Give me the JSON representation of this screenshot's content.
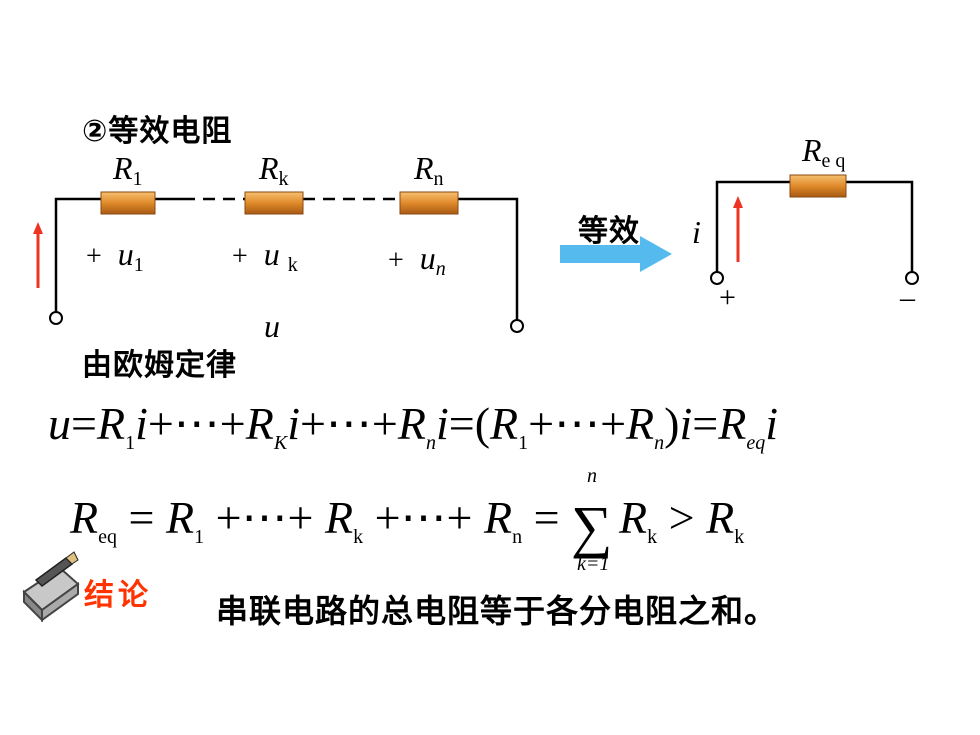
{
  "section": {
    "title": "②等效电阻"
  },
  "circuit_left": {
    "resistor_labels": [
      {
        "name": "R",
        "sub": "1"
      },
      {
        "name": "R",
        "sub": "k"
      },
      {
        "name": "R",
        "sub": "n"
      }
    ],
    "voltage_labels": [
      {
        "sign": "+",
        "name": "u",
        "sub": "1",
        "sub_italic": false
      },
      {
        "sign": "+",
        "name": "u",
        "sub": "k",
        "sub_italic": false
      },
      {
        "sign": "+",
        "name": "u",
        "sub": "n",
        "sub_italic": true
      }
    ],
    "total_voltage": "u"
  },
  "arrow_label": "等效",
  "circuit_right": {
    "resistor_label": {
      "name": "R",
      "sub": "e q"
    },
    "current_label": "i",
    "plus": "+",
    "minus": "–"
  },
  "ohm_label": "由欧姆定律",
  "equation1": {
    "lhs": "u",
    "eq": "=",
    "t1": "R",
    "t1_sub": "1",
    "t1_tail": "i",
    "plus1": "+⋯+",
    "t2": "R",
    "t2_sub": "K",
    "t2_tail": "i",
    "plus2": "+⋯+",
    "t3": "R",
    "t3_sub": "n",
    "t3_tail": "i",
    "eq2": "=",
    "paren_open": "(",
    "p1": "R",
    "p1_sub": "1",
    "plus3": "+⋯+",
    "p2": "R",
    "p2_sub": "n",
    "paren_close": ")",
    "p_tail": "i",
    "eq3": "=",
    "r": "R",
    "r_sub": "eq",
    "r_tail": "i"
  },
  "equation2": {
    "lhs": "R",
    "lhs_sub": "eq",
    "eq": "=",
    "a": "R",
    "a_sub": "1",
    "plus1": "+⋯+",
    "b": "R",
    "b_sub": "k",
    "plus2": "+⋯+",
    "c": "R",
    "c_sub": "n",
    "eq2": "=",
    "sum_top": "n",
    "sum_sym": "∑",
    "sum_bot": "k=1",
    "d": "R",
    "d_sub": "k",
    "gt": ">",
    "e": "R",
    "e_sub": "k"
  },
  "conclusion": {
    "tag": "结论",
    "text": "串联电路的总电阻等于各分电阻之和。"
  },
  "colors": {
    "resistor_fill": "#e08a2a",
    "resistor_edge": "#8a4a10",
    "arrow_blue": "#55bbee",
    "current_arrow": "#ee3322",
    "conclusion_tag": "#ff3300"
  }
}
